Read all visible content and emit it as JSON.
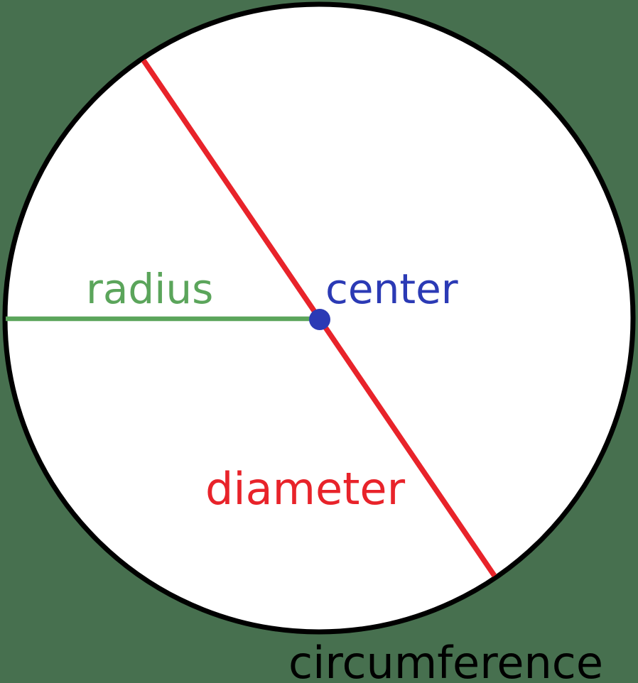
{
  "diagram": {
    "description": "Circle diagram showing the parts of a circle",
    "labels": {
      "radius": "radius",
      "center": "center",
      "diameter": "diameter",
      "circumference": "circumference"
    },
    "colors": {
      "background": "#47704F",
      "circle_fill": "#FFFFFF",
      "circle_stroke": "#000000",
      "radius": "#5BA55B",
      "diameter": "#E8232A",
      "center": "#2B3AB5",
      "circumference": "#000000"
    }
  }
}
